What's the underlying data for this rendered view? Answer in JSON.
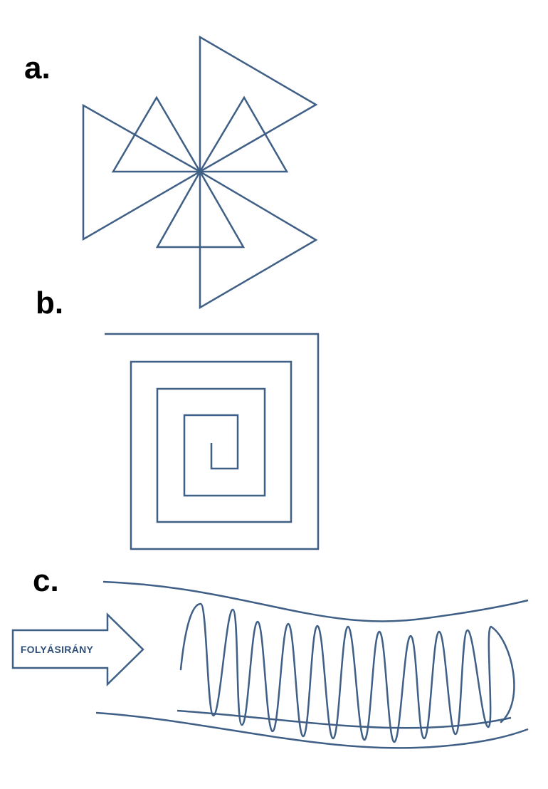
{
  "labels": {
    "a": "a.",
    "b": "b.",
    "c": "c."
  },
  "flow_arrow": {
    "text": "FOLYÁSIRÁNY"
  },
  "colors": {
    "line": "#3f5f86",
    "text": "#000000",
    "arrow_text": "#2f4f78"
  }
}
